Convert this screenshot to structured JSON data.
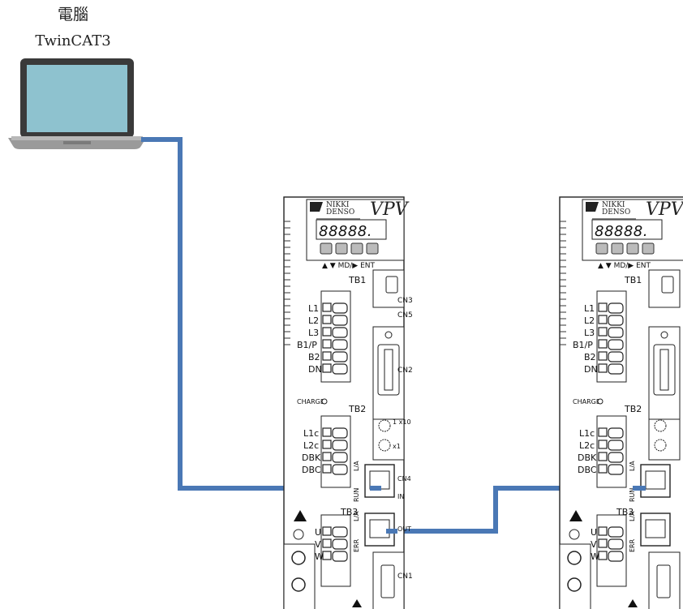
{
  "pc": {
    "title": "電腦",
    "subtitle": "TwinCAT3"
  },
  "driver": {
    "brand_line1": "NIKKI",
    "brand_line2": "DENSO",
    "model": "VPV",
    "display": "88888.",
    "keys_label": "▲ ▼ MD/▶ ENT",
    "tb1": "TB1",
    "tb2": "TB2",
    "tb3": "TB3",
    "tb1_terms": [
      "L1",
      "L2",
      "L3",
      "B1/P",
      "B2",
      "DN"
    ],
    "tb2_terms": [
      "L1c",
      "L2c",
      "DBK",
      "DBC"
    ],
    "tb3_terms": [
      "U",
      "V",
      "W"
    ],
    "charge": "CHARGE",
    "cn3": "CN3",
    "cn5": "CN5",
    "cn2": "CN2",
    "cn4": "CN4",
    "cn1": "CN1",
    "sw1": "1 x10",
    "sw2": "x1",
    "run": "RUN",
    "in": "IN",
    "out": "OUT",
    "la": "L/A",
    "err": "ERR"
  },
  "colors": {
    "cable": "#4a78b5",
    "screen": "#8ec2cf"
  }
}
